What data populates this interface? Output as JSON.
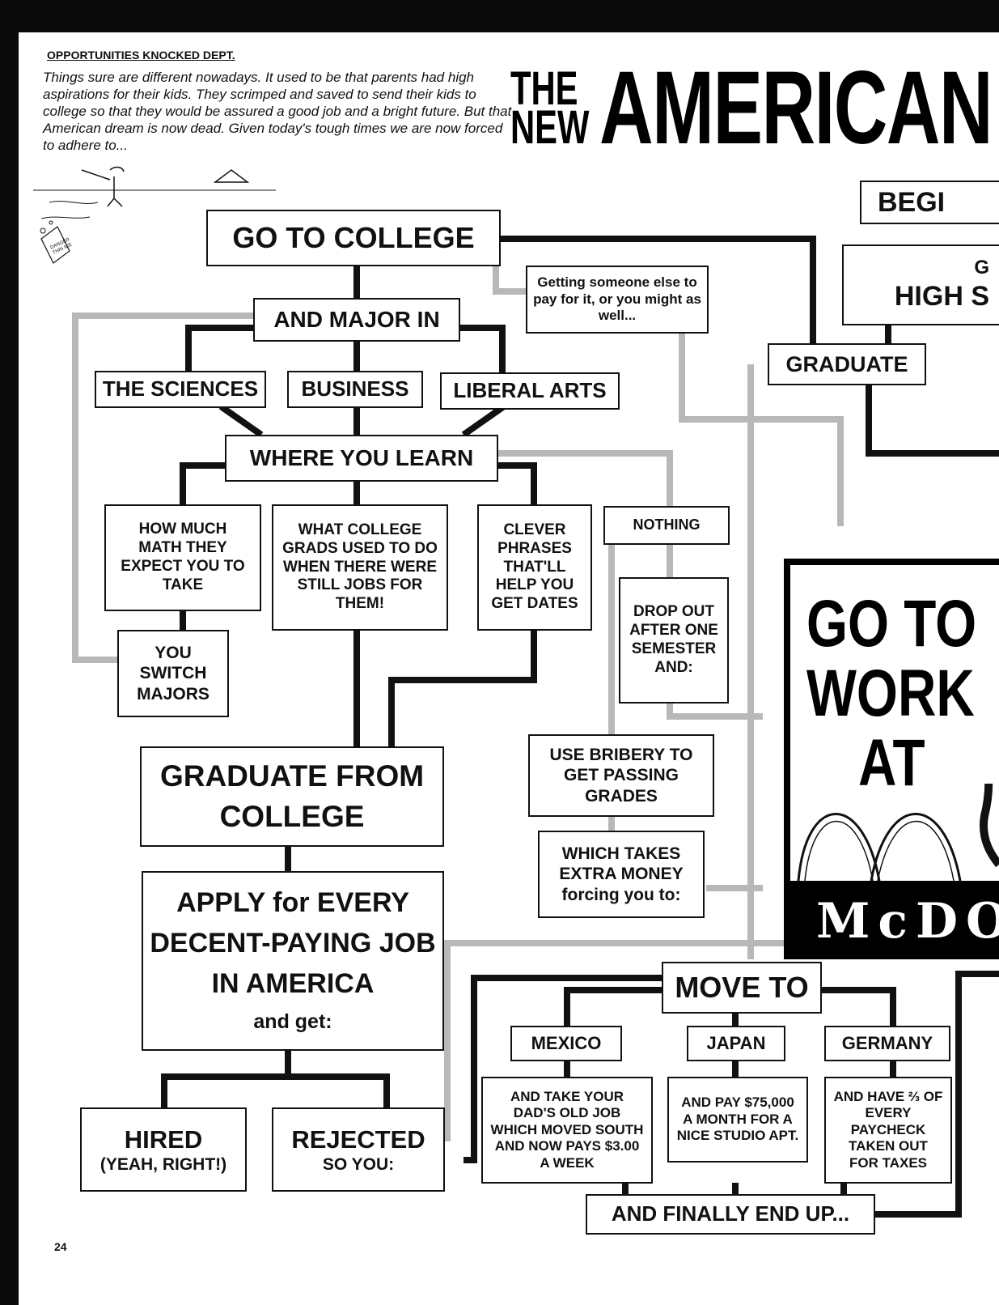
{
  "header": {
    "dept": "OPPORTUNITIES KNOCKED DEPT.",
    "intro": "Things sure are different nowadays. It used to be that parents had high aspirations for their kids. They scrimped and saved to send their kids to college so that they would be assured a good job and a bright future. But that American dream is now dead. Given today's tough times we are now forced to adhere to...",
    "title_the": "THE",
    "title_new": "NEW",
    "title_main": "AMERICAN I"
  },
  "nodes": {
    "begin": "BEGI",
    "high_g": "G",
    "high_school": "HIGH S",
    "graduate": "GRADUATE",
    "go_to_college": "GO TO COLLEGE",
    "someone_else_pay": "Getting someone else to pay for it, or you might as well...",
    "and_major_in": "AND MAJOR IN",
    "the_sciences": "THE SCIENCES",
    "business": "BUSINESS",
    "liberal_arts": "LIBERAL ARTS",
    "where_you_learn": "WHERE YOU LEARN",
    "how_much_math": "HOW MUCH MATH THEY EXPECT YOU TO TAKE",
    "what_college_grads": "WHAT COLLEGE GRADS USED TO DO WHEN THERE WERE STILL JOBS FOR THEM!",
    "clever_phrases": "CLEVER PHRASES THAT'LL HELP YOU GET DATES",
    "nothing": "NOTHING",
    "you_switch_majors": "YOU SWITCH MAJORS",
    "drop_out": "DROP OUT AFTER ONE SEMESTER AND:",
    "graduate_from_college_1": "GRADUATE FROM",
    "graduate_from_college_2": "COLLEGE",
    "use_bribery": "USE BRIBERY TO GET PASSING GRADES",
    "which_takes": "WHICH TAKES EXTRA MONEY forcing you to:",
    "apply_line1": "APPLY for EVERY",
    "apply_line2": "DECENT-PAYING JOB",
    "apply_line3": "IN AMERICA",
    "apply_line4": "and get:",
    "move_to": "MOVE TO",
    "mexico": "MEXICO",
    "japan": "JAPAN",
    "germany": "GERMANY",
    "hired_1": "HIRED",
    "hired_2": "(YEAH, RIGHT!)",
    "rejected_1": "REJECTED",
    "rejected_2": "SO YOU:",
    "mexico_detail": "AND TAKE YOUR DAD'S OLD JOB WHICH MOVED SOUTH AND NOW PAYS $3.00 A WEEK",
    "japan_detail": "AND PAY $75,000 A MONTH FOR A NICE STUDIO APT.",
    "germany_detail": "AND HAVE ⅔ OF EVERY PAYCHECK TAKEN OUT FOR TAXES",
    "finally_end_up": "AND FINALLY END UP...",
    "go_to_work_1": "GO TO",
    "go_to_work_2": "WORK",
    "go_to_work_3": "AT",
    "mcdonalds": "McDO",
    "doodle_sign": "DANGER THIN ICE"
  },
  "page_number": "24",
  "colors": {
    "ink": "#111111",
    "gray_wire": "#b8b8b8",
    "page": "#ffffff",
    "frame": "#0a0a0a"
  }
}
